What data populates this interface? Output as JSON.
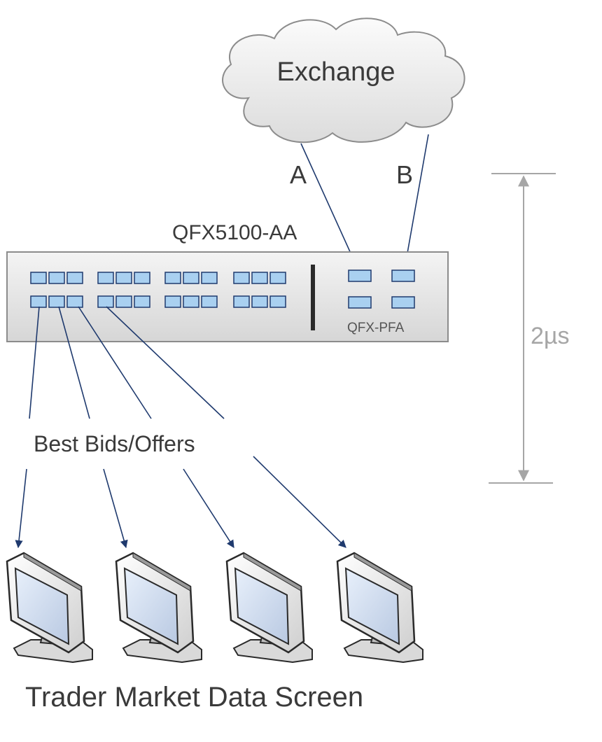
{
  "exchange": {
    "label": "Exchange"
  },
  "feeds": {
    "a_label": "A",
    "b_label": "B"
  },
  "switch": {
    "label": "QFX5100-AA",
    "module_label": "QFX-PFA"
  },
  "output": {
    "label": "Best Bids/Offers"
  },
  "latency": {
    "label": "2µs"
  },
  "screens": {
    "label": "Trader Market Data Screen",
    "count": 4
  },
  "colors": {
    "link": "#1f3a6e",
    "port_fill": "#a9d0f0",
    "port_stroke": "#1f3a6e",
    "chassis_fill": "#e6e6e6",
    "chassis_stroke": "#8c8c8c",
    "latency": "#a6a6a6",
    "text": "#3a3a3a"
  }
}
